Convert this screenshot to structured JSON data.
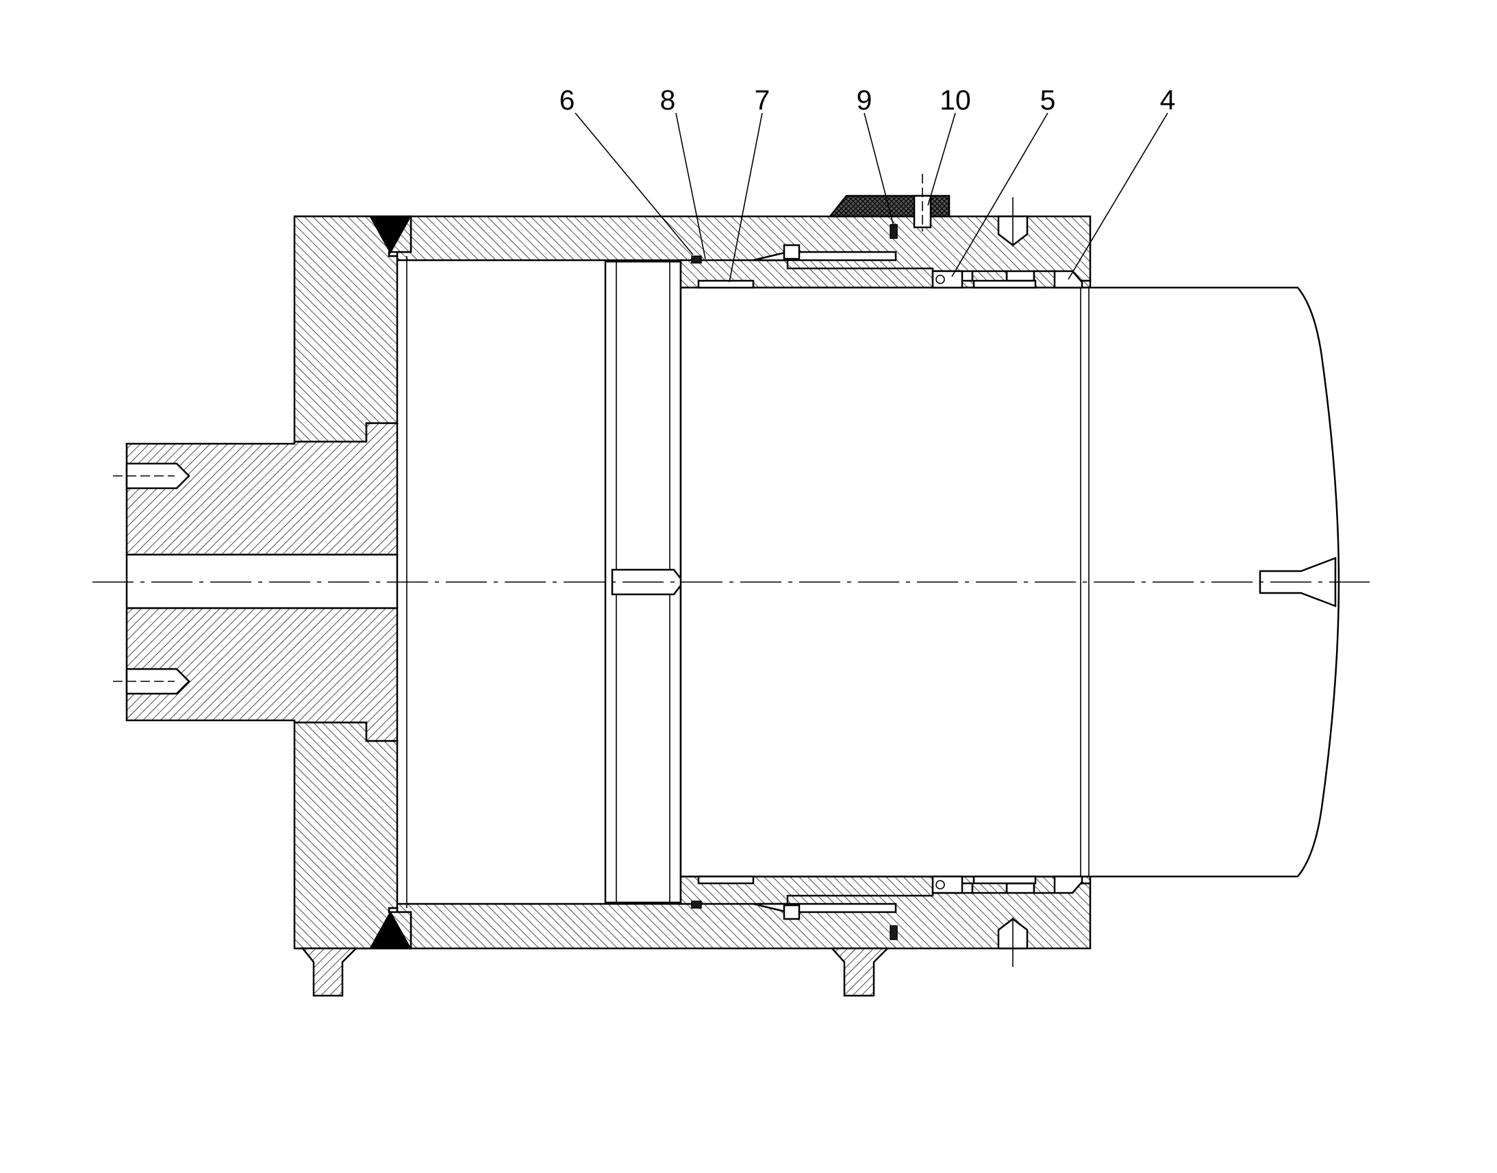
{
  "callouts": [
    {
      "label": "6"
    },
    {
      "label": "8"
    },
    {
      "label": "7"
    },
    {
      "label": "9"
    },
    {
      "label": "10"
    },
    {
      "label": "5"
    },
    {
      "label": "4"
    }
  ]
}
